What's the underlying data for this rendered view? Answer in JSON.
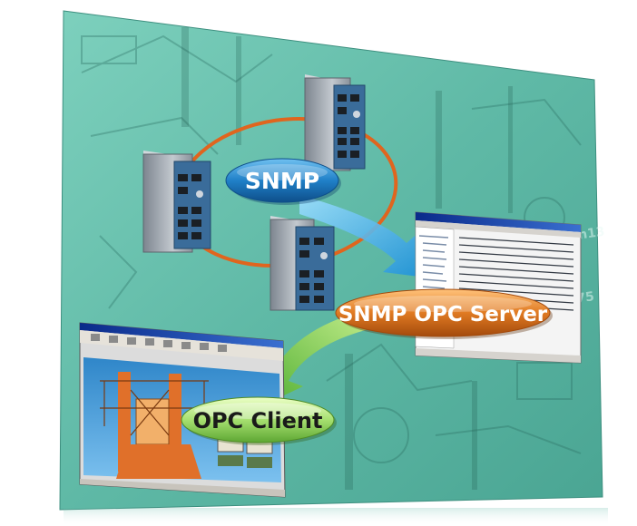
{
  "labels": {
    "snmp": "SNMP",
    "snmp_opc_server": "SNMP OPC Server",
    "opc_client": "OPC Client"
  },
  "colors": {
    "teal_background": "#5fb9a6",
    "ring": "#e0651e",
    "blue_pill": "#1d73b8",
    "orange_pill": "#d9741e",
    "green_pill": "#7ac143",
    "switch_body": "#9aa3ad",
    "switch_face": "#3a6c9a"
  },
  "icons": {
    "switch": "managed-ethernet-switch-icon",
    "server_window": "opc-server-window-icon",
    "client_window": "opc-client-window-icon"
  }
}
